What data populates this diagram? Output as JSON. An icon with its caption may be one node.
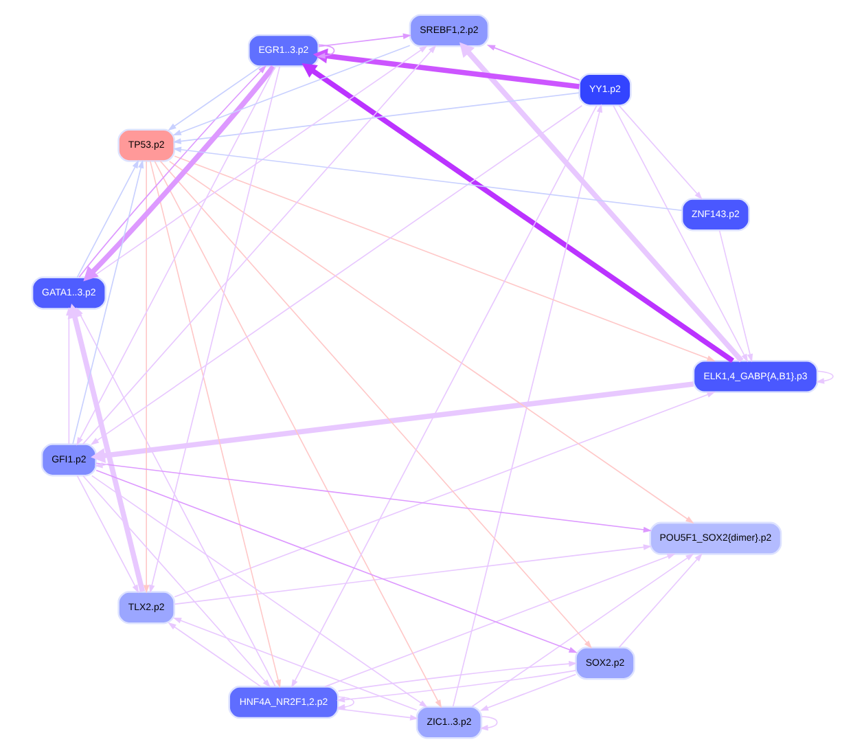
{
  "diagram": {
    "nodes": [
      {
        "text": [
          "SOX2.p2"
        ]
      },
      {
        "text": [
          "HNF4A_NR2F1,2.p2"
        ]
      },
      {
        "text": [
          "TLX2.p2"
        ]
      },
      {
        "text": [
          "ELK1,4_GABP{A,B1}.p3"
        ]
      },
      {
        "text": [
          "ZIC1..3.p2"
        ]
      },
      {
        "text": [
          "POU5F1_SOX2{dimer}.p2"
        ]
      },
      {
        "text": [
          "TP53.p2"
        ]
      },
      {
        "text": [
          "YY1.p2"
        ]
      },
      {
        "text": [
          "GATA1..3.p2"
        ]
      },
      {
        "text": [
          "EGR1..3.p2"
        ]
      },
      {
        "text": [
          "SREBF1,2.p2"
        ]
      },
      {
        "text": [
          "ZNF143.p2"
        ]
      },
      {
        "text": [
          "GFI1.p2"
        ]
      }
    ],
    "edges": [
      {
        "from": 6,
        "to": 0,
        "arrow": "to",
        "color": "#ffc8c8"
      },
      {
        "from": 6,
        "to": 1,
        "arrow": "to",
        "color": "#ffc8c8"
      },
      {
        "from": 6,
        "to": 2,
        "arrow": "to",
        "color": "#ffc8c8"
      },
      {
        "from": 6,
        "to": 3,
        "arrow": "to",
        "color": "#ffc8c8"
      },
      {
        "from": 6,
        "to": 4,
        "arrow": "to",
        "color": "#ffc8c8"
      },
      {
        "from": 6,
        "to": 5,
        "arrow": "to",
        "color": "#ffc8c8"
      },
      {
        "from": 7,
        "to": 6,
        "arrow": "to",
        "color": "#c8d0ff"
      },
      {
        "from": 9,
        "to": 6,
        "arrow": "to",
        "color": "#c8d0ff"
      },
      {
        "from": 11,
        "to": 6,
        "arrow": "to",
        "color": "#c8d0ff"
      },
      {
        "from": 8,
        "to": 6,
        "arrow": "to",
        "color": "#c8d0ff"
      },
      {
        "from": 10,
        "to": 6,
        "arrow": "to",
        "color": "#c8d0ff"
      },
      {
        "from": 12,
        "to": 6,
        "arrow": "to",
        "color": "#c8d0ff"
      },
      {
        "from": 3,
        "to": 9,
        "arrow": "to",
        "style": "thick",
        "color": "#bb33ff"
      },
      {
        "from": 7,
        "to": 9,
        "arrow": "to",
        "style": "thick",
        "color": "#cc55ff"
      },
      {
        "from": 0,
        "to": 1,
        "arrow": "to"
      },
      {
        "from": 1,
        "to": 0,
        "arrow": "to"
      },
      {
        "from": 1,
        "to": 1,
        "arrow": "to"
      },
      {
        "from": 3,
        "to": 3,
        "arrow": "to"
      },
      {
        "from": 4,
        "to": 4,
        "arrow": "to"
      },
      {
        "from": 9,
        "to": 9,
        "arrow": "to",
        "color": "#dd99ff"
      },
      {
        "from": 12,
        "to": 12,
        "arrow": "to"
      },
      {
        "from": 1,
        "to": 2,
        "arrow": "to"
      },
      {
        "from": 1,
        "to": 4,
        "arrow": "to"
      },
      {
        "from": 0,
        "to": 4,
        "arrow": "to"
      },
      {
        "from": 2,
        "to": 3,
        "arrow": "to"
      },
      {
        "from": 2,
        "to": 5,
        "arrow": "to"
      },
      {
        "from": 2,
        "to": 8,
        "arrow": "to",
        "style": "thick"
      },
      {
        "from": 4,
        "to": 2,
        "arrow": "to"
      },
      {
        "from": 4,
        "to": 7,
        "arrow": "to"
      },
      {
        "from": 4,
        "to": 5,
        "arrow": "to"
      },
      {
        "from": 7,
        "to": 1,
        "arrow": "to"
      },
      {
        "from": 7,
        "to": 3,
        "arrow": "to"
      },
      {
        "from": 7,
        "to": 10,
        "arrow": "to",
        "color": "#dd99ff"
      },
      {
        "from": 7,
        "to": 11,
        "arrow": "to"
      },
      {
        "from": 7,
        "to": 12,
        "arrow": "to"
      },
      {
        "from": 9,
        "to": 2,
        "arrow": "to"
      },
      {
        "from": 9,
        "to": 8,
        "arrow": "to",
        "style": "thick",
        "color": "#dd99ff"
      },
      {
        "from": 9,
        "to": 10,
        "arrow": "to",
        "color": "#dd99ff"
      },
      {
        "from": 9,
        "to": 12,
        "arrow": "to"
      },
      {
        "from": 0,
        "to": 5,
        "arrow": "to"
      },
      {
        "from": 1,
        "to": 5,
        "arrow": "to"
      },
      {
        "from": 1,
        "to": 8,
        "arrow": "to"
      },
      {
        "from": 3,
        "to": 10,
        "arrow": "to",
        "style": "thick"
      },
      {
        "from": 3,
        "to": 12,
        "arrow": "to",
        "style": "thick"
      },
      {
        "from": 8,
        "to": 10,
        "arrow": "to"
      },
      {
        "from": 8,
        "to": 9,
        "arrow": "to",
        "color": "#dd99ff"
      },
      {
        "from": 11,
        "to": 3,
        "arrow": "to"
      },
      {
        "from": 12,
        "to": 10,
        "arrow": "to"
      },
      {
        "from": 12,
        "to": 8,
        "arrow": "to"
      },
      {
        "from": 12,
        "to": 5,
        "arrow": "to",
        "color": "#dd99ff"
      },
      {
        "from": 12,
        "to": 1,
        "arrow": "to"
      },
      {
        "from": 12,
        "to": 0,
        "arrow": "to",
        "color": "#dd99ff"
      },
      {
        "from": 12,
        "to": 4,
        "arrow": "to"
      },
      {
        "from": 12,
        "to": 2,
        "arrow": "to"
      }
    ]
  }
}
